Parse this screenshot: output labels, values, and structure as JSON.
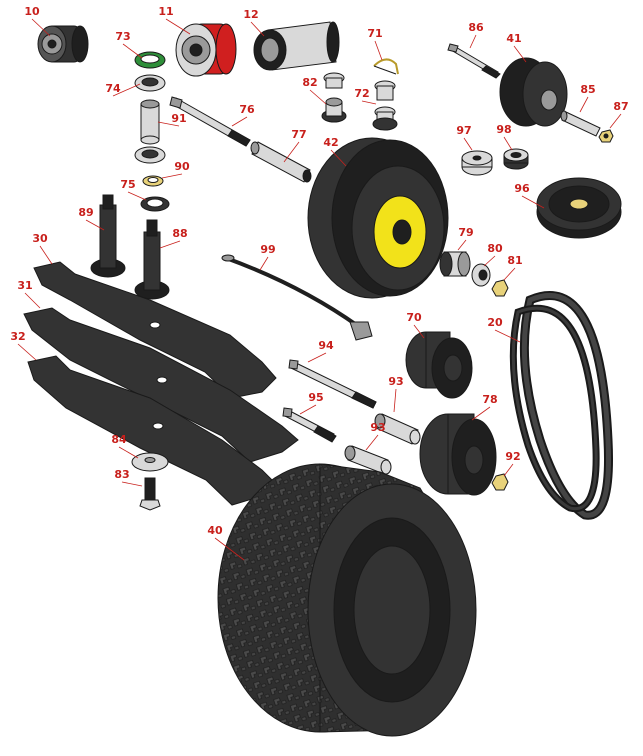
{
  "colors": {
    "label": "#c8201c",
    "leader": "#c8201c",
    "rubber": "#333333",
    "rubber_dark": "#1f1f1f",
    "rubber_light": "#555555",
    "steel": "#d9d9d9",
    "steel_dark": "#9a9a9a",
    "yellow": "#f2e21a",
    "red_filter": "#d01f1f",
    "green_seal": "#2f8f3a",
    "brass": "#e8d27a"
  },
  "parts": [
    {
      "id": "10",
      "label": "10",
      "name": "oil-filter-small"
    },
    {
      "id": "11",
      "label": "11",
      "name": "oil-filter-red"
    },
    {
      "id": "12",
      "label": "12",
      "name": "air-filter"
    },
    {
      "id": "73",
      "label": "73",
      "name": "seal-green"
    },
    {
      "id": "74",
      "label": "74",
      "name": "bearing"
    },
    {
      "id": "76",
      "label": "76",
      "name": "bolt-long"
    },
    {
      "id": "91",
      "label": "91",
      "name": "spacer-tube"
    },
    {
      "id": "90",
      "label": "90",
      "name": "washer-brass"
    },
    {
      "id": "75",
      "label": "75",
      "name": "seal-ring"
    },
    {
      "id": "89",
      "label": "89",
      "name": "spindle-shaft-left"
    },
    {
      "id": "88",
      "label": "88",
      "name": "spindle-shaft-right"
    },
    {
      "id": "30",
      "label": "30",
      "name": "blade-upper"
    },
    {
      "id": "31",
      "label": "31",
      "name": "blade-middle"
    },
    {
      "id": "32",
      "label": "32",
      "name": "blade-lower"
    },
    {
      "id": "84",
      "label": "84",
      "name": "blade-washer"
    },
    {
      "id": "83",
      "label": "83",
      "name": "blade-bolt"
    },
    {
      "id": "77",
      "label": "77",
      "name": "axle-tube"
    },
    {
      "id": "42",
      "label": "42",
      "name": "front-wheel-yellow"
    },
    {
      "id": "82",
      "label": "82",
      "name": "bushing-flanged"
    },
    {
      "id": "71",
      "label": "71",
      "name": "hairpin-clip"
    },
    {
      "id": "72",
      "label": "72",
      "name": "bushing-pair"
    },
    {
      "id": "86",
      "label": "86",
      "name": "bolt-idler"
    },
    {
      "id": "41",
      "label": "41",
      "name": "roller-wheel"
    },
    {
      "id": "85",
      "label": "85",
      "name": "roller-axle"
    },
    {
      "id": "87",
      "label": "87",
      "name": "nut-small"
    },
    {
      "id": "97",
      "label": "97",
      "name": "idler-spacer"
    },
    {
      "id": "98",
      "label": "98",
      "name": "idler-bearing"
    },
    {
      "id": "96",
      "label": "96",
      "name": "pulley"
    },
    {
      "id": "99",
      "label": "99",
      "name": "cable-rod"
    },
    {
      "id": "79",
      "label": "79",
      "name": "wheel-bearing"
    },
    {
      "id": "80",
      "label": "80",
      "name": "wheel-washer"
    },
    {
      "id": "81",
      "label": "81",
      "name": "wheel-nut"
    },
    {
      "id": "20",
      "label": "20",
      "name": "drive-belt"
    },
    {
      "id": "70",
      "label": "70",
      "name": "anti-scalp-roller"
    },
    {
      "id": "94",
      "label": "94",
      "name": "bolt-roller"
    },
    {
      "id": "93",
      "label": "93",
      "name": "roller-spacer"
    },
    {
      "id": "95",
      "label": "95",
      "name": "bolt-short"
    },
    {
      "id": "78",
      "label": "78",
      "name": "deck-wheel"
    },
    {
      "id": "92",
      "label": "92",
      "name": "deck-wheel-nut"
    },
    {
      "id": "40",
      "label": "40",
      "name": "rear-tire"
    }
  ],
  "extra_labels": [
    {
      "id": "93b",
      "label": "93",
      "name": "roller-spacer-2"
    }
  ]
}
